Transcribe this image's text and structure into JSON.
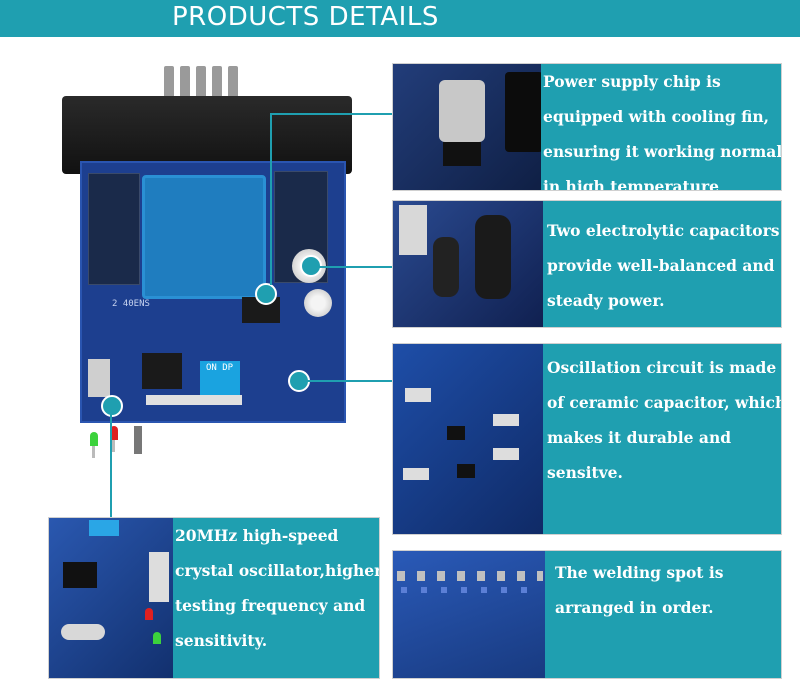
{
  "header": {
    "title": "PRODUCTS DETAILS"
  },
  "board": {
    "silkscreen": "2 40ENS",
    "dip_label": "ON DP"
  },
  "details": [
    {
      "lines": [
        "Power supply chip is",
        "equipped with cooling fin,",
        "ensuring it working normally",
        "in high temperature"
      ]
    },
    {
      "lines": [
        "Two electrolytic capacitors",
        "provide well-balanced and",
        "steady power."
      ]
    },
    {
      "lines": [
        "Oscillation circuit is made",
        "of ceramic capacitor, which",
        "makes it durable and",
        "sensitve."
      ]
    },
    {
      "lines": [
        "20MHz high-speed",
        "crystal oscillator,higher",
        "testing frequency and",
        "sensitivity."
      ]
    },
    {
      "lines": [
        "The welding spot is",
        "arranged  in order."
      ]
    }
  ],
  "colors": {
    "accent": "#1f9fb0",
    "pcb": "#1d3f8f",
    "transformer": "#1f7dbf"
  }
}
